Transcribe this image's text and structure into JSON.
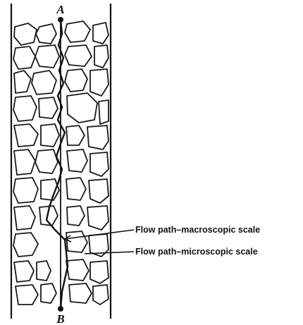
{
  "diagram": {
    "point_a": "A",
    "point_b": "B",
    "macro_label": "Flow path–macroscopic scale",
    "micro_label": "Flow path–microscopic scale"
  }
}
